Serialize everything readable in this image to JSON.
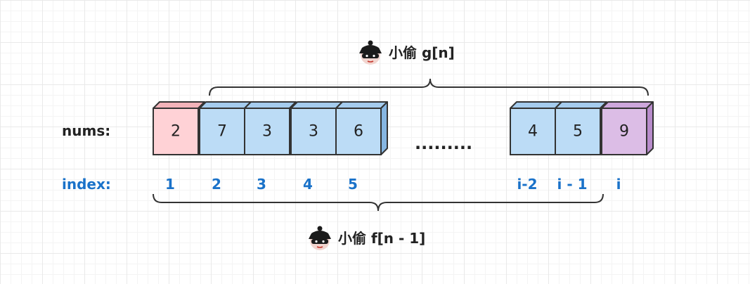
{
  "labels": {
    "nums": "nums:",
    "index": "index:",
    "ellipsis": "........."
  },
  "top_brace_label": "小偷  g[n]",
  "bottom_brace_label": "小偷 f[n - 1]",
  "cells": [
    {
      "value": "2",
      "index": "1",
      "color": "pink"
    },
    {
      "value": "7",
      "index": "2",
      "color": "blue"
    },
    {
      "value": "3",
      "index": "3",
      "color": "blue"
    },
    {
      "value": "3",
      "index": "4",
      "color": "blue"
    },
    {
      "value": "6",
      "index": "5",
      "color": "blue"
    },
    {
      "value": "4",
      "index": "i-2",
      "color": "blue"
    },
    {
      "value": "5",
      "index": "i - 1",
      "color": "blue"
    },
    {
      "value": "9",
      "index": "i",
      "color": "purple"
    }
  ],
  "colors": {
    "pink_face": "#ffd2d6",
    "pink_top": "#f2b3b9",
    "pink_side": "#e79aa1",
    "blue_face": "#bcdcf6",
    "blue_top": "#a5ccee",
    "blue_side": "#86b6e2",
    "purple_face": "#dcbde6",
    "purple_top": "#cda7dc",
    "purple_side": "#b88ccb",
    "index_blue": "#1a72c9",
    "label_dark": "#222222",
    "thief_hat": "#1b1b1b",
    "thief_face": "#f2d5cf",
    "thief_red": "#c4382f"
  }
}
